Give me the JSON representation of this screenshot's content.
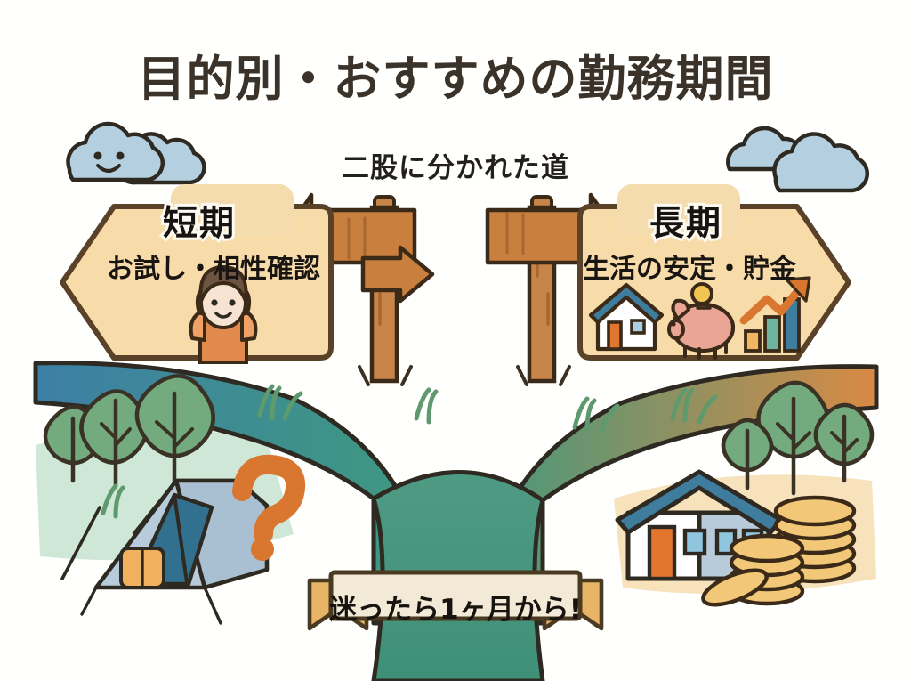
{
  "page": {
    "title": "目的別・おすすめの勤務期間",
    "background_color": "#fffffd",
    "title_color": "#3b3329"
  },
  "scene": {
    "subtitle": "二股に分かれた道",
    "subtitle_color": "#231f1c"
  },
  "signs": {
    "left": {
      "heading": "短期",
      "subtext": "お試し・相性確認",
      "panel_color": "#f7dba8",
      "border_color": "#5a4228",
      "arrow_direction": "left",
      "icons": [
        "hiker-girl-icon"
      ]
    },
    "right": {
      "heading": "長期",
      "subtext": "生活の安定・貯金",
      "panel_color": "#f7dba8",
      "border_color": "#5a4228",
      "arrow_direction": "right",
      "icons": [
        "house-icon",
        "piggy-bank-icon",
        "growth-chart-icon"
      ]
    }
  },
  "banner": {
    "text": "迷ったら1ヶ月から!",
    "panel_color": "#f2ead6",
    "ribbon_color": "#e8b466",
    "border_color": "#4a3a22"
  },
  "illustration": {
    "road": {
      "left_branch_color": "#3d7fa6",
      "center_color": "#3f9a7e",
      "right_branch_color": "#e2863d",
      "outline_color": "#2e2a22"
    },
    "ground": {
      "left_color": "#cfe7d6",
      "right_color": "#f7e2bc"
    },
    "elements": [
      "cloud-smiling-icon",
      "cloud-icon",
      "signpost-icon",
      "tree-icon",
      "grass-icon",
      "tent-icon",
      "question-mark-icon",
      "house-icon",
      "coin-stack-icon"
    ],
    "post_color": "#c8854a",
    "arrow_color": "#c97f3e",
    "tree_color": "#73ab7e",
    "cloud_color": "#b4cfe0",
    "question_mark_color": "#d9762f",
    "coin_color": "#f2c777",
    "tent_color": "#b8cbdb",
    "tent_door_color": "#31708f"
  }
}
